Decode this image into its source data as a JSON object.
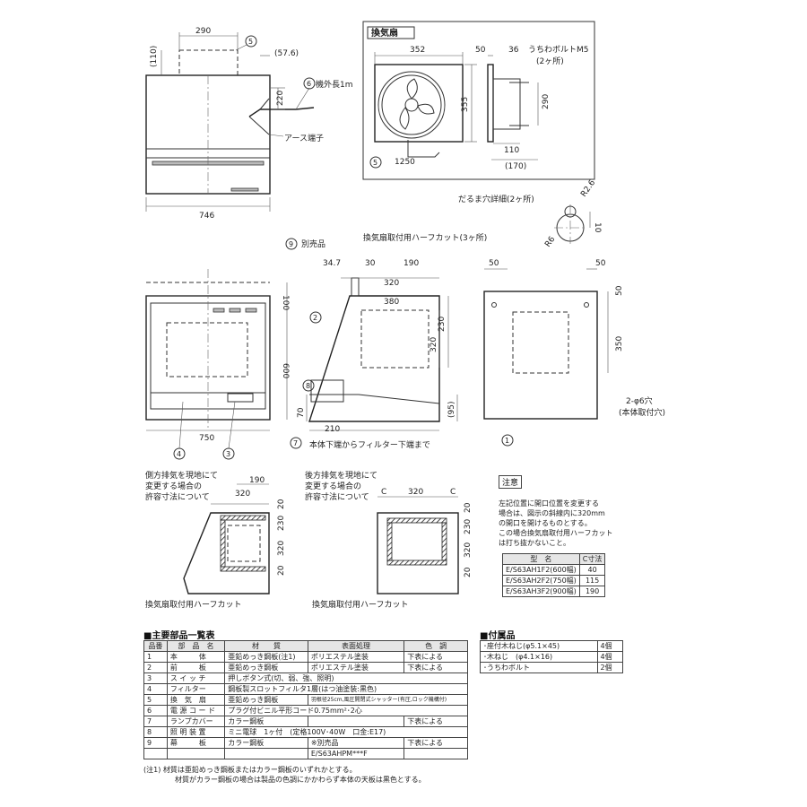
{
  "top": {
    "dim_290": "290",
    "dim_110": "(110)",
    "dim_57_6": "(57.6)",
    "dim_220": "220",
    "dim_746": "746",
    "cord": "機外長1m",
    "earth": "アース端子",
    "n5": "5",
    "n6": "6"
  },
  "fan": {
    "title": "換気扇",
    "dim_352": "352",
    "dim_355": "355",
    "dim_50": "50",
    "dim_36": "36",
    "dim_290": "290",
    "dim_110": "110",
    "dim_170": "(170)",
    "dim_1250": "1250",
    "bolt": "うちわボルトM5",
    "bolt_count": "(2ヶ所)",
    "n5": "5"
  },
  "daruma": {
    "title": "だるま穴詳細(2ヶ所)",
    "r26": "R2.6",
    "r6": "R6",
    "d10": "10"
  },
  "side": {
    "separate": "別売品",
    "halfcut": "換気扇取付用ハーフカット(3ヶ所)",
    "d100": "100",
    "d600": "600",
    "d750": "750",
    "d347": "34.7",
    "d30": "30",
    "d190": "190",
    "d320a": "320",
    "d230": "230",
    "d320b": "320",
    "d70": "70",
    "d210": "210",
    "d380": "380",
    "d95": "(95)",
    "d50a": "50",
    "d50b": "50",
    "d50c": "50",
    "d350": "350",
    "hole": "2-φ6穴",
    "hole_sub": "(本体取付穴)",
    "filter_note": "本体下端からフィルター下端まで",
    "n1": "1",
    "n2": "2",
    "n3": "3",
    "n4": "4",
    "n7": "7",
    "n8": "8",
    "n9": "9"
  },
  "lower": {
    "side_title_1": "側方排気を現地にて",
    "side_title_2": "変更する場合の",
    "side_title_3": "許容寸法について",
    "back_title_1": "後方排気を現地にて",
    "back_title_2": "変更する場合の",
    "back_title_3": "許容寸法について",
    "s190": "190",
    "s320": "320",
    "s20a": "20",
    "s230": "230",
    "s320b": "320",
    "s20b": "20",
    "bc1": "C",
    "b320": "320",
    "bc2": "C",
    "b20a": "20",
    "b230": "230",
    "b320b": "320",
    "b20b": "20",
    "halfcut": "換気扇取付用ハーフカット"
  },
  "caution": {
    "title": "注意",
    "lines": [
      "左記位置に開口位置を変更する",
      "場合は、図示の斜線内に320mm",
      "の開口を開けるものとする。",
      "この場合換気扇取付用ハーフカット",
      "は打ち抜かないこと。"
    ],
    "header_model": "型　名",
    "header_c": "C寸法",
    "rows": [
      {
        "model": "E/S63AH1F2(600幅)",
        "c": "40"
      },
      {
        "model": "E/S63AH2F2(750幅)",
        "c": "115"
      },
      {
        "model": "E/S63AH3F2(900幅)",
        "c": "190"
      }
    ]
  },
  "parts": {
    "title": "■主要部品一覧表",
    "headers": [
      "品番",
      "部　品　名",
      "材　　質",
      "表面処理",
      "色　調"
    ],
    "rows": [
      [
        "1",
        "本　　　体",
        "亜鉛めっき鋼板(注1)",
        "ポリエステル塗装",
        "下表による"
      ],
      [
        "2",
        "前　　　板",
        "亜鉛めっき鋼板",
        "ポリエステル塗装",
        "下表による"
      ],
      [
        "3",
        "ス イ ッ チ",
        "押しボタン式(切、弱、強、照明)",
        "",
        ""
      ],
      [
        "4",
        "フィルター",
        "鋼板製スロットフィルタ1層(はつ油塗装:黒色)",
        "",
        ""
      ],
      [
        "5",
        "換　気　扇",
        "亜鉛めっき鋼板",
        "羽根径25cm,風圧開閉式シャッター(有圧,ロック機構付)",
        ""
      ],
      [
        "6",
        "電 源 コ ー ド",
        "プラグ付ビニル平形コード0.75mm²･2心",
        "",
        ""
      ],
      [
        "7",
        "ランプカバー",
        "カラー鋼板",
        "",
        "下表による"
      ],
      [
        "8",
        "照 明 装 置",
        "ミニ電球　1ヶ付　(定格100V･40W　口金:E17)",
        "",
        ""
      ],
      [
        "9",
        "幕　　　板",
        "カラー鋼板",
        "※別売品",
        "下表による"
      ],
      [
        "",
        "",
        "",
        "E/S63AHPM***F",
        ""
      ]
    ],
    "note1": "(注1)  材質は亜鉛めっき鋼板またはカラー鋼板のいずれかとする。",
    "note2": "材質がカラー鋼板の場合は製品の色調にかかわらず本体の天板は黒色とする。"
  },
  "acc": {
    "title": "■付属品",
    "rows": [
      [
        "･座付木ねじ(φ5.1×45)",
        "4個"
      ],
      [
        "･木ねじ　(φ4.1×16)",
        "4個"
      ],
      [
        "･うちわボルト",
        "2個"
      ]
    ]
  }
}
